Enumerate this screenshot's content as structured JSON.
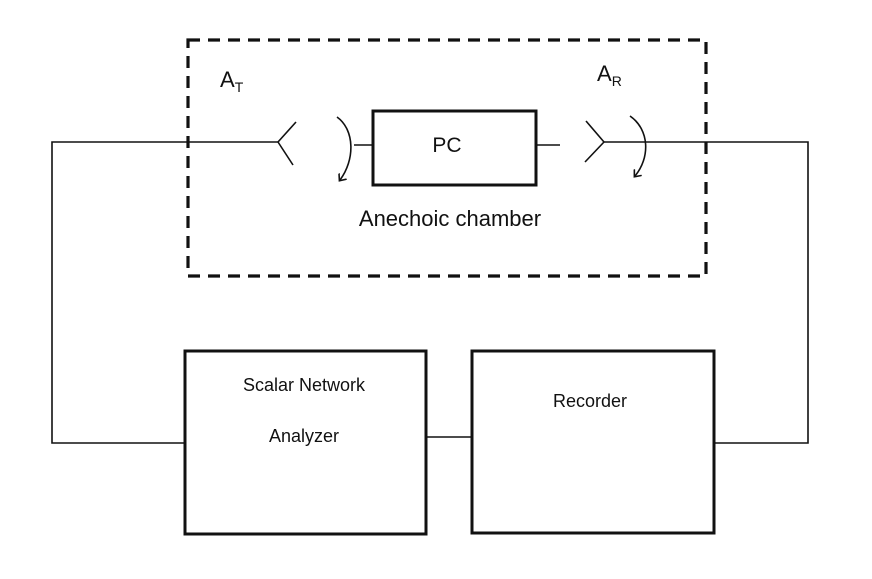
{
  "diagram": {
    "chamber_label": "Anechoic chamber",
    "transmit_antenna": {
      "main": "A",
      "sub": "T"
    },
    "receive_antenna": {
      "main": "A",
      "sub": "R"
    },
    "pc_label": "PC",
    "analyzer_label_line1": "Scalar Network",
    "analyzer_label_line2": "Analyzer",
    "recorder_label": "Recorder"
  },
  "colors": {
    "stroke": "#111111",
    "background": "#ffffff"
  }
}
